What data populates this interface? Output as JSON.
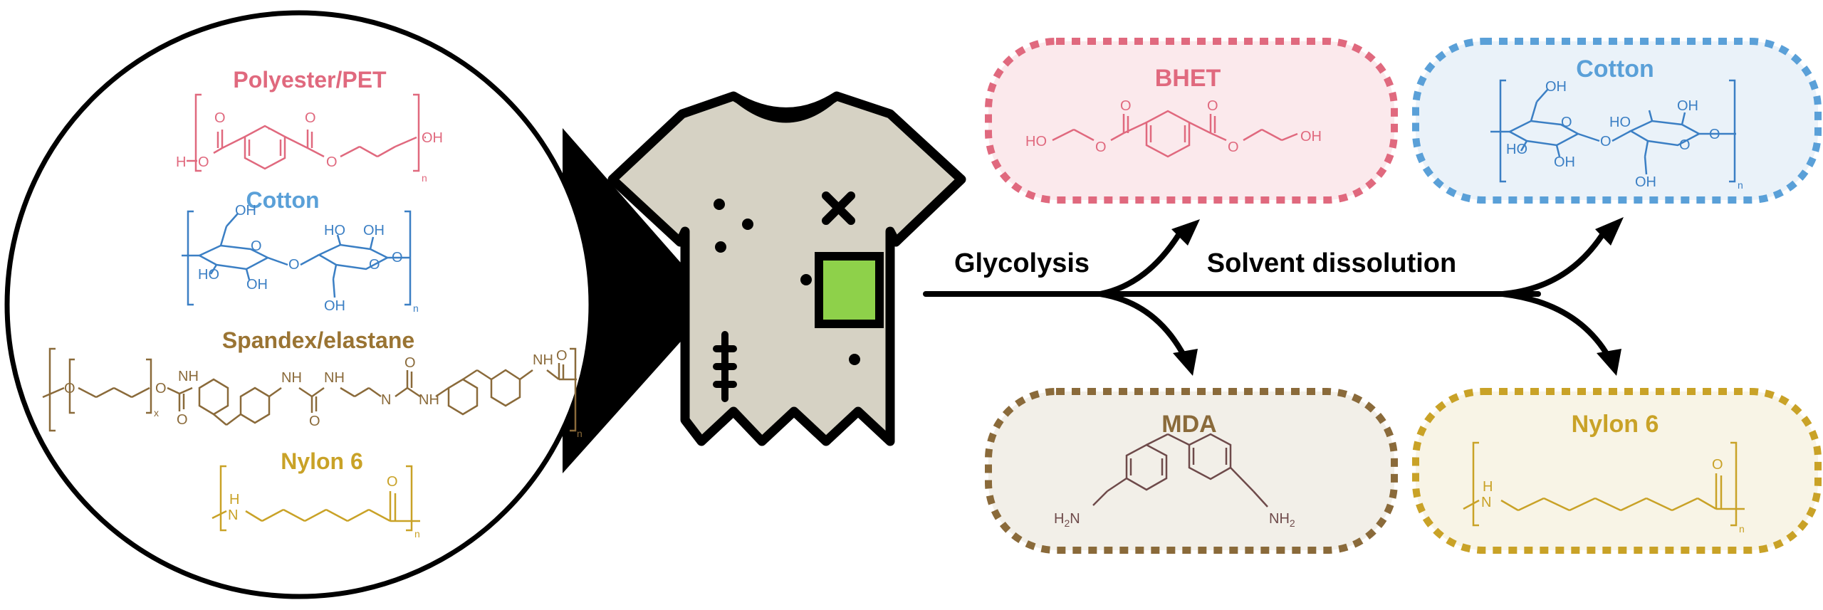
{
  "colors": {
    "pet": "#e0697e",
    "cotton": "#3b7fc4",
    "cotton_title": "#5aa0d8",
    "spandex": "#8a6a3a",
    "spandex_title": "#9a7433",
    "nylon": "#c9a227",
    "mda": "#8a6a3a",
    "mda_structure": "#6e4a4a",
    "shirt": "#d6d2c4",
    "patch": "#8ed14a",
    "bhet_bg": "#fbe9ec",
    "cotton_bg": "#eaf2f9",
    "mda_bg": "#f2efe8",
    "nylon_bg": "#f8f4e6"
  },
  "left_panel": {
    "pet_title": "Polyester/PET",
    "cotton_title": "Cotton",
    "spandex_title": "Spandex/elastane",
    "nylon_title": "Nylon 6"
  },
  "labels": {
    "H": "H",
    "O": "O",
    "OH": "OH",
    "HO": "HO",
    "HN": "HN",
    "NH": "NH",
    "N": "N",
    "H2N": "H",
    "NH2": "NH",
    "sub2": "2",
    "n": "n",
    "x": "x"
  },
  "processes": {
    "glycolysis": "Glycolysis",
    "solvent": "Solvent dissolution"
  },
  "products": {
    "bhet": "BHET",
    "cotton": "Cotton",
    "mda": "MDA",
    "nylon": "Nylon 6"
  }
}
